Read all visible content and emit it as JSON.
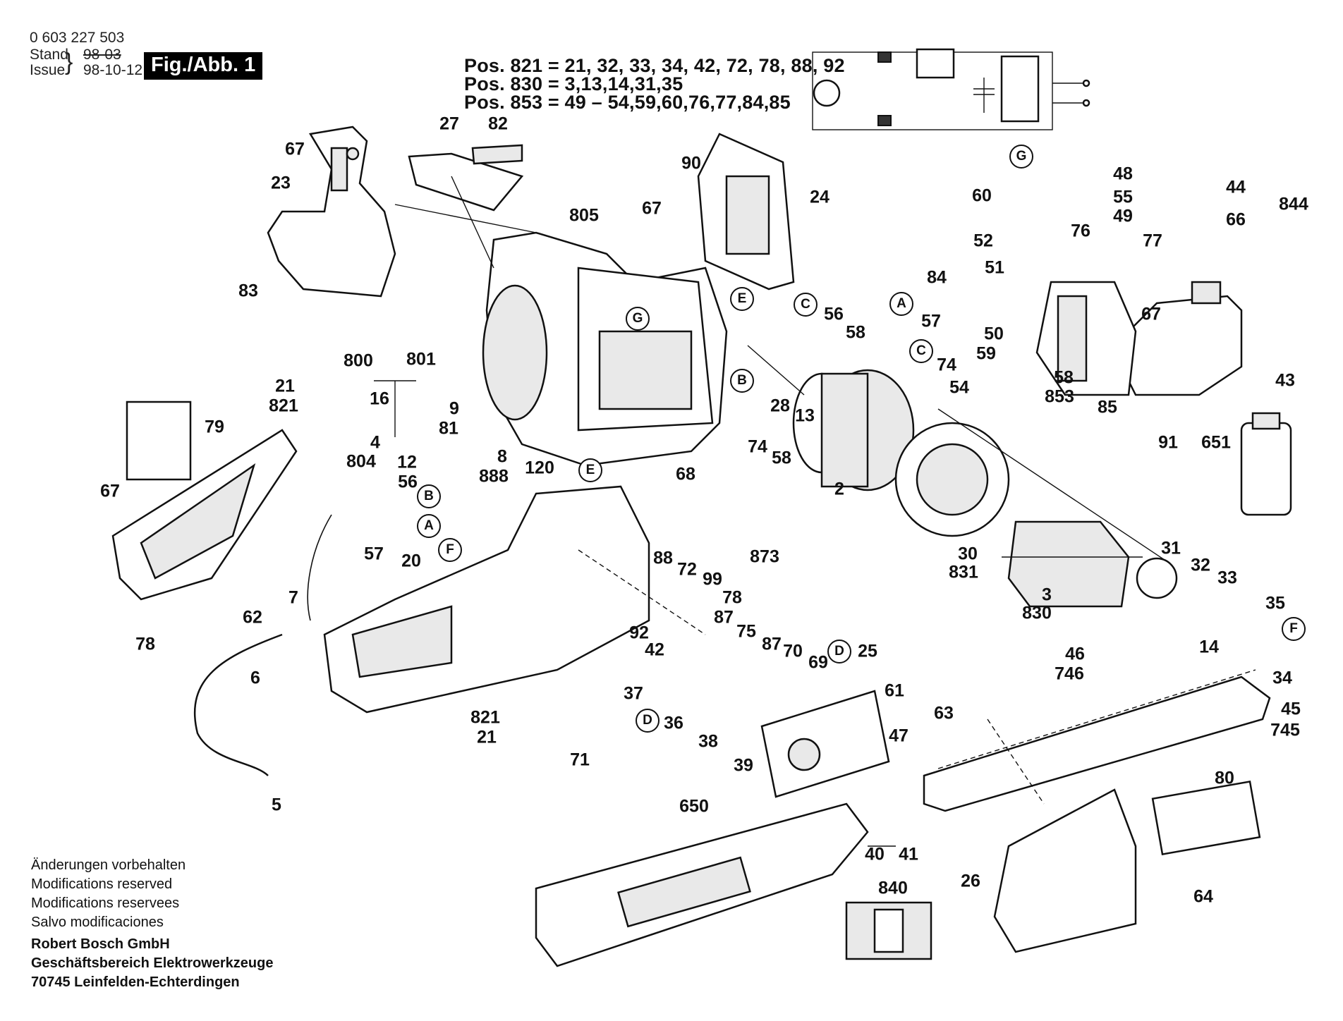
{
  "header": {
    "part_number": "0 603 227 503",
    "stand_label": "Stand",
    "stand_value": "98-03",
    "issue_label": "Issue",
    "issue_value": "98-10-12",
    "figure_label": "Fig./Abb. 1"
  },
  "positions": [
    {
      "label": "Pos. 821",
      "text": "= 21, 32, 33, 34, 42, 72, 78, 88, 92"
    },
    {
      "label": "Pos. 830",
      "text": "= 3,13,14,31,35"
    },
    {
      "label": "Pos. 853",
      "text": "= 49 – 54,59,60,76,77,84,85"
    }
  ],
  "part_labels": [
    "67",
    "23",
    "27",
    "82",
    "83",
    "800",
    "801",
    "16",
    "805",
    "90",
    "24",
    "67",
    "9",
    "81",
    "8",
    "888",
    "120",
    "21",
    "821",
    "79",
    "67",
    "4",
    "804",
    "12",
    "56",
    "57",
    "20",
    "E",
    "68",
    "G",
    "E",
    "B",
    "C",
    "56",
    "58",
    "28",
    "13",
    "74",
    "58",
    "2",
    "G",
    "48",
    "60",
    "55",
    "49",
    "52",
    "76",
    "77",
    "84",
    "51",
    "A",
    "57",
    "C",
    "74",
    "50",
    "59",
    "67",
    "54",
    "853",
    "58",
    "85",
    "44",
    "844",
    "66",
    "43",
    "91",
    "651",
    "30",
    "831",
    "31",
    "32",
    "33",
    "35",
    "830",
    "3",
    "14",
    "34",
    "F",
    "88",
    "72",
    "99",
    "873",
    "78",
    "87",
    "75",
    "87",
    "70",
    "69",
    "92",
    "42",
    "37",
    "36",
    "38",
    "39",
    "D",
    "D",
    "25",
    "61",
    "47",
    "63",
    "46",
    "746",
    "45",
    "745",
    "71",
    "821",
    "21",
    "7",
    "62",
    "6",
    "5",
    "78",
    "650",
    "80",
    "40",
    "41",
    "840",
    "26",
    "64",
    "A",
    "B",
    "F",
    "D"
  ],
  "letters": [
    "E",
    "G",
    "B",
    "C",
    "G",
    "A",
    "C",
    "B",
    "A",
    "F",
    "E",
    "F",
    "D",
    "D"
  ],
  "footer": {
    "lines": [
      "Änderungen vorbehalten",
      "Modifications reserved",
      "Modifications reservees",
      "Salvo modificaciones"
    ],
    "company": [
      "Robert Bosch GmbH",
      "Geschäftsbereich Elektrowerkzeuge",
      "70745 Leinfelden-Echterdingen"
    ]
  }
}
